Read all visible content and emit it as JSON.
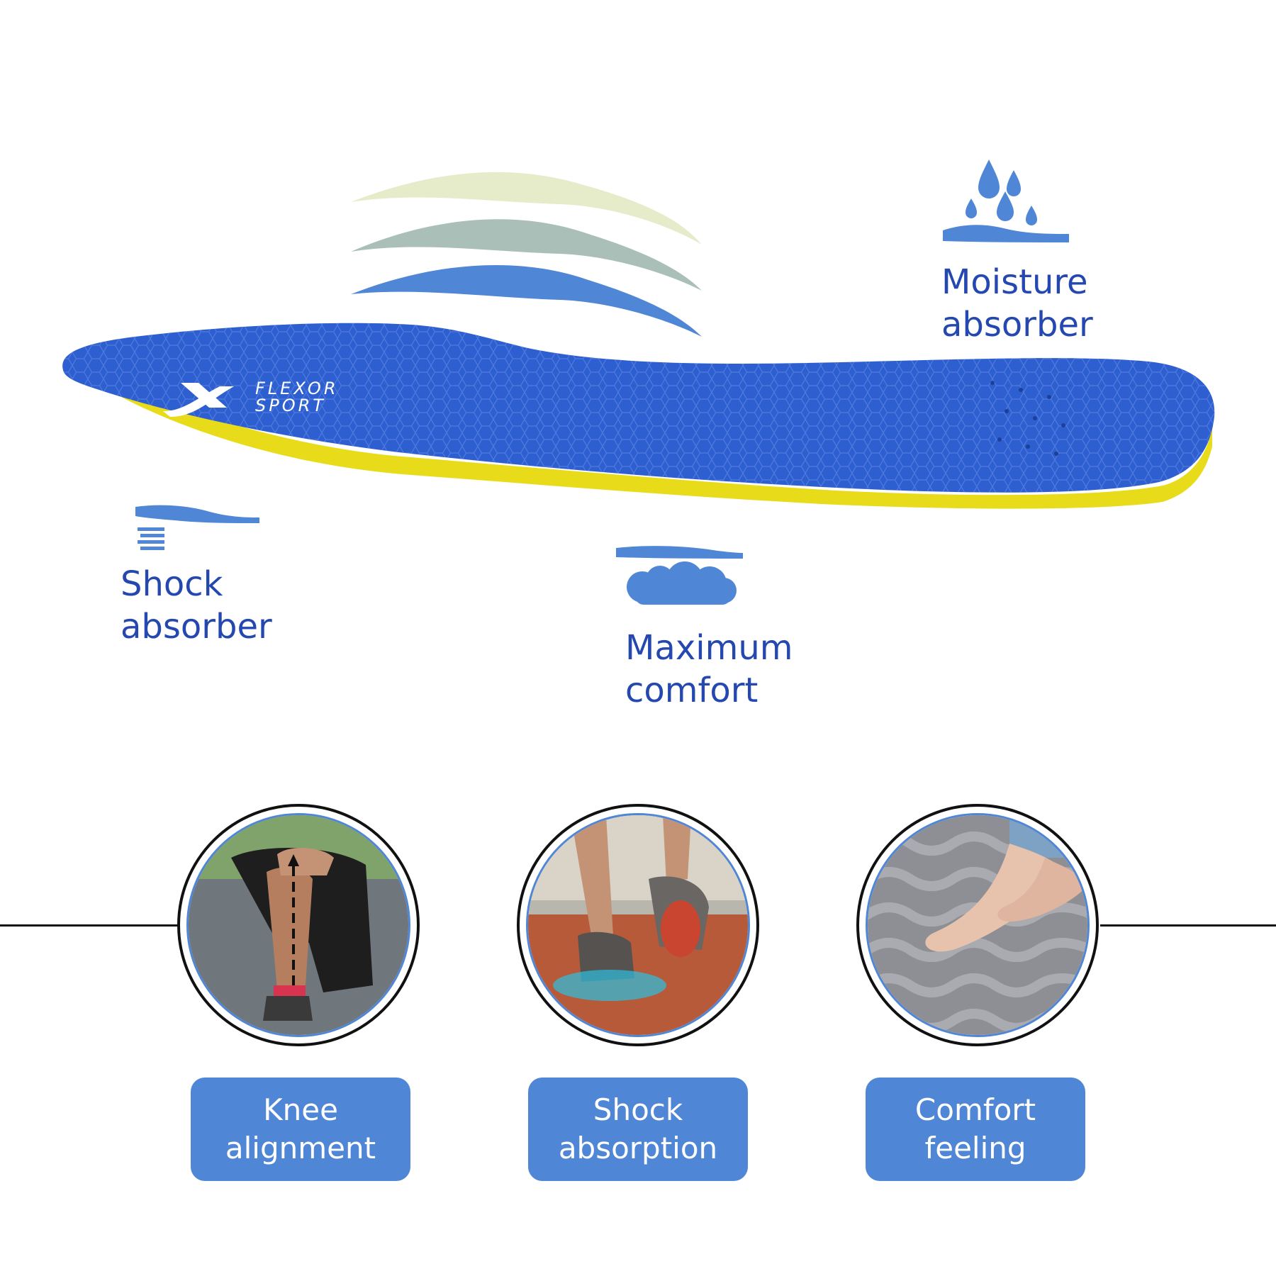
{
  "insole": {
    "brand_line1": "FLEXOR",
    "brand_line2": "SPORT"
  },
  "features": {
    "moisture": {
      "line1": "Moisture",
      "line2": "absorber",
      "icon": "water-drops-icon"
    },
    "shock": {
      "line1": "Shock",
      "line2": "absorber",
      "icon": "spring-cushion-icon"
    },
    "comfort": {
      "line1": "Maximum",
      "line2": "comfort",
      "icon": "cloud-cushion-icon"
    }
  },
  "benefits": [
    {
      "line1": "Knee",
      "line2": "alignment"
    },
    {
      "line1": "Shock",
      "line2": "absorption"
    },
    {
      "line1": "Comfort",
      "line2": "feeling"
    }
  ],
  "colors": {
    "text_blue": "#2447b0",
    "icon_blue": "#4f86d6",
    "insole_blue": "#2e5fd0",
    "foam_yellow": "#e8dc1a"
  }
}
